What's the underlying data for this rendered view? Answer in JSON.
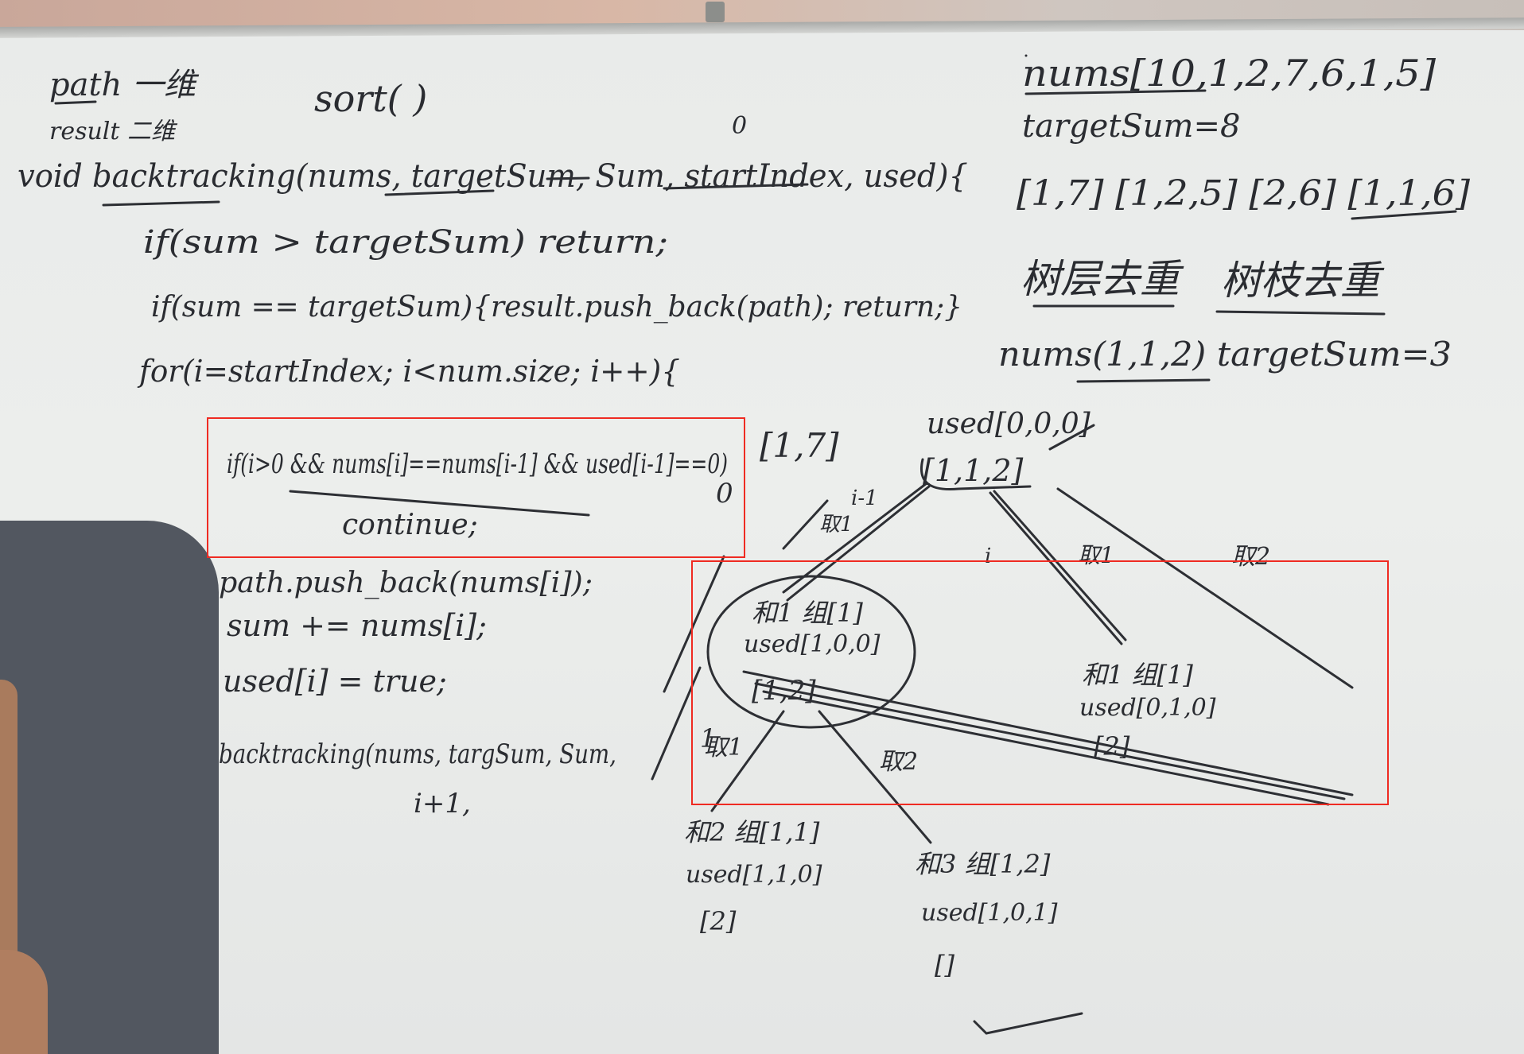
{
  "board": {
    "code_lines": [
      "path 一维",
      "result 二维",
      "sort( )",
      "void backtracking(nums, targetSum, Sum, startIndex, used){",
      "if(sum > targetSum) return;",
      "if(sum == targetSum){result.push_back(path); return;}",
      "for(i=startIndex; i<num.size; i++){",
      "if(i>0 && nums[i]==nums[i-1] && used[i-1]==0)",
      "continue;",
      "path.push_back(nums[i]);",
      "sum += nums[i];",
      "used[i] = true;",
      "backtracking(nums, targSum, Sum,",
      "i+1,"
    ],
    "problem": {
      "nums": "nums[10,1,2,7,6,1,5]",
      "target": "targetSum=8",
      "results": "[1,7] [1,2,5] [2,6] [1,1,6]",
      "dedup_layer": "树层去重",
      "dedup_branch": "树枝去重",
      "example": "nums(1,1,2) targetSum=3"
    },
    "tree": {
      "root_used": "used[0,0,0]",
      "root_nums": "[1,1,2]",
      "root_side": "[1,7]",
      "edge_take1": "取1",
      "edge_take1b": "取1",
      "edge_take2": "取2",
      "edge_take1c": "取1",
      "edge_take2b": "取2",
      "zero": "0",
      "node_a_title": "和1 组[1]",
      "node_a_used": "used[1,0,0]",
      "node_a_rest": "[1,2]",
      "node_b_title": "和1 组[1]",
      "node_b_used": "used[0,1,0]",
      "node_b_rest": "[2]",
      "node_c_title": "和2 组[1,1]",
      "node_c_used": "used[1,1,0]",
      "node_c_rest": "[2]",
      "node_d_title": "和3 组[1,2]",
      "node_d_used": "used[1,0,1]",
      "node_d_rest": "[]",
      "mark_i1": "i-1",
      "mark_i": "i",
      "mark_1": "1"
    }
  },
  "annotations": {
    "highlight_color": "#ef2b22",
    "ink_color": "#2a2c31"
  }
}
